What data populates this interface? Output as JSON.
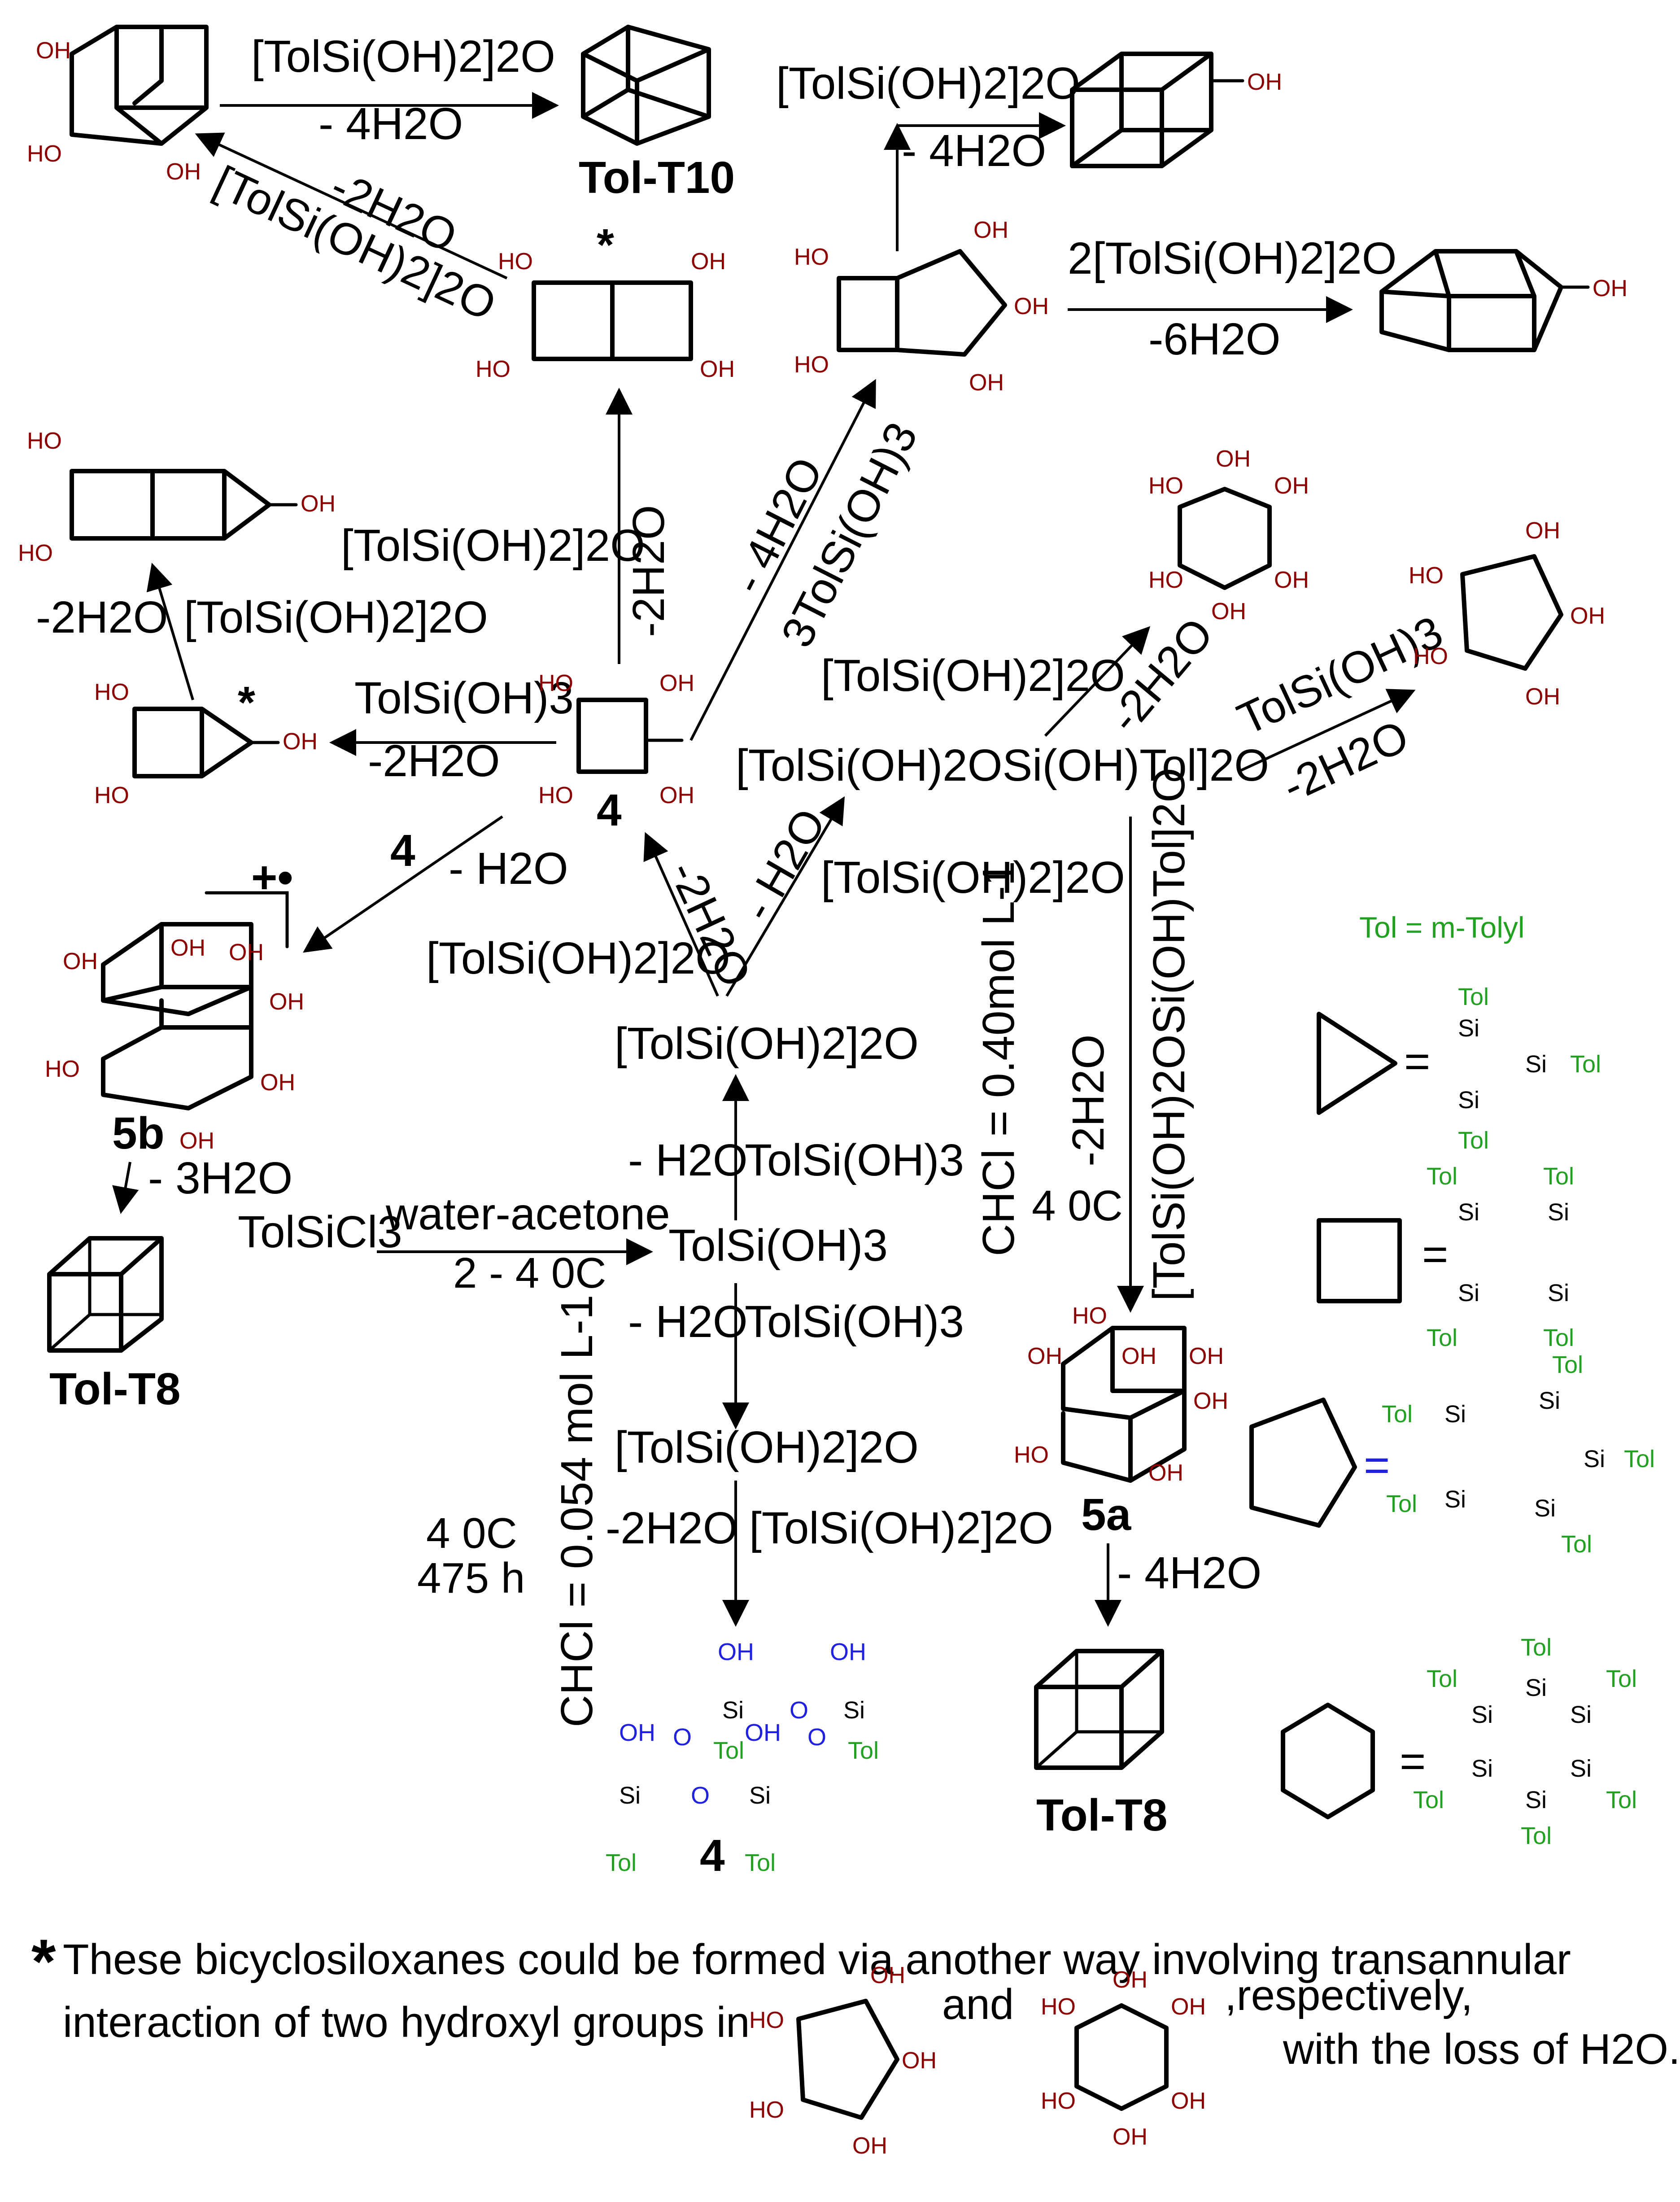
{
  "labels": {
    "tol_t10": "Tol-T10",
    "tol_t8_left": "Tol-T8",
    "tol_t8_right": "Tol-T8",
    "cpd_4_top": "4",
    "cpd_4_bottom": "4",
    "cpd_5a": "5a",
    "cpd_5b": "5b",
    "tol_def": "Tol = m-Tolyl",
    "star": "*",
    "radical": "+•"
  },
  "reagents": {
    "disiloxanediol": "[TolSi(OH)2]2O",
    "two_disiloxanediol": "2[TolSi(OH)2]2O",
    "silanetriol": "TolSi(OH)3",
    "three_silanetriol": "3TolSi(OH)3",
    "tetrasiloxane": "[TolSi(OH)2OSi(OH)Tol]2O",
    "trichlorosilane": "TolSiCl3",
    "water_acetone": "water-acetone",
    "temp_range": "2 - 4 0C"
  },
  "water_losses": {
    "minus_h2o": "- H2O",
    "minus_2h2o": "-2H2O",
    "minus_3h2o": "- 3H2O",
    "minus_4h2o": "- 4H2O",
    "minus_6h2o": "-6H2O"
  },
  "conditions": {
    "c_hcl_low": "CHCl = 0.054 mol L-1",
    "c_hcl_high": "CHCl = 0.40mol L-1",
    "temp_4c": "4 0C",
    "time": "475 h",
    "four_label": "4"
  },
  "footnote": {
    "line1": "These bicyclosiloxanes could be formed via another way involving transannular",
    "line2": "interaction of two hydroxyl groups in",
    "and": "and",
    "respectively": ",respectively,",
    "line3": "with the loss of H2O."
  },
  "atoms": {
    "oh": "OH",
    "ho": "HO",
    "si": "Si",
    "o": "O",
    "tol": "Tol"
  }
}
